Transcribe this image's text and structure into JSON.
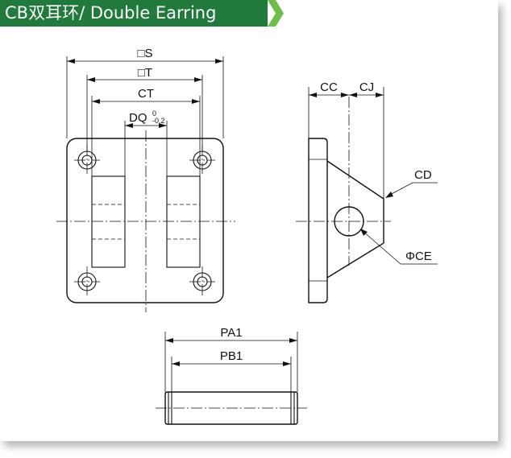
{
  "header": {
    "title": "CB双耳环/ Double Earring",
    "accent_color": "#1f7a3c",
    "arrow_color": "#6cc04a"
  },
  "dimensions": {
    "square_s": "□S",
    "square_t": "□T",
    "ct": "CT",
    "dq": "DQ",
    "dq_tolerance_upper": "0",
    "dq_tolerance_lower": "-0.2",
    "cc": "CC",
    "cj": "CJ",
    "cd": "CD",
    "phi_ce": "ΦCE",
    "pa1": "PA1",
    "pb1": "PB1"
  }
}
